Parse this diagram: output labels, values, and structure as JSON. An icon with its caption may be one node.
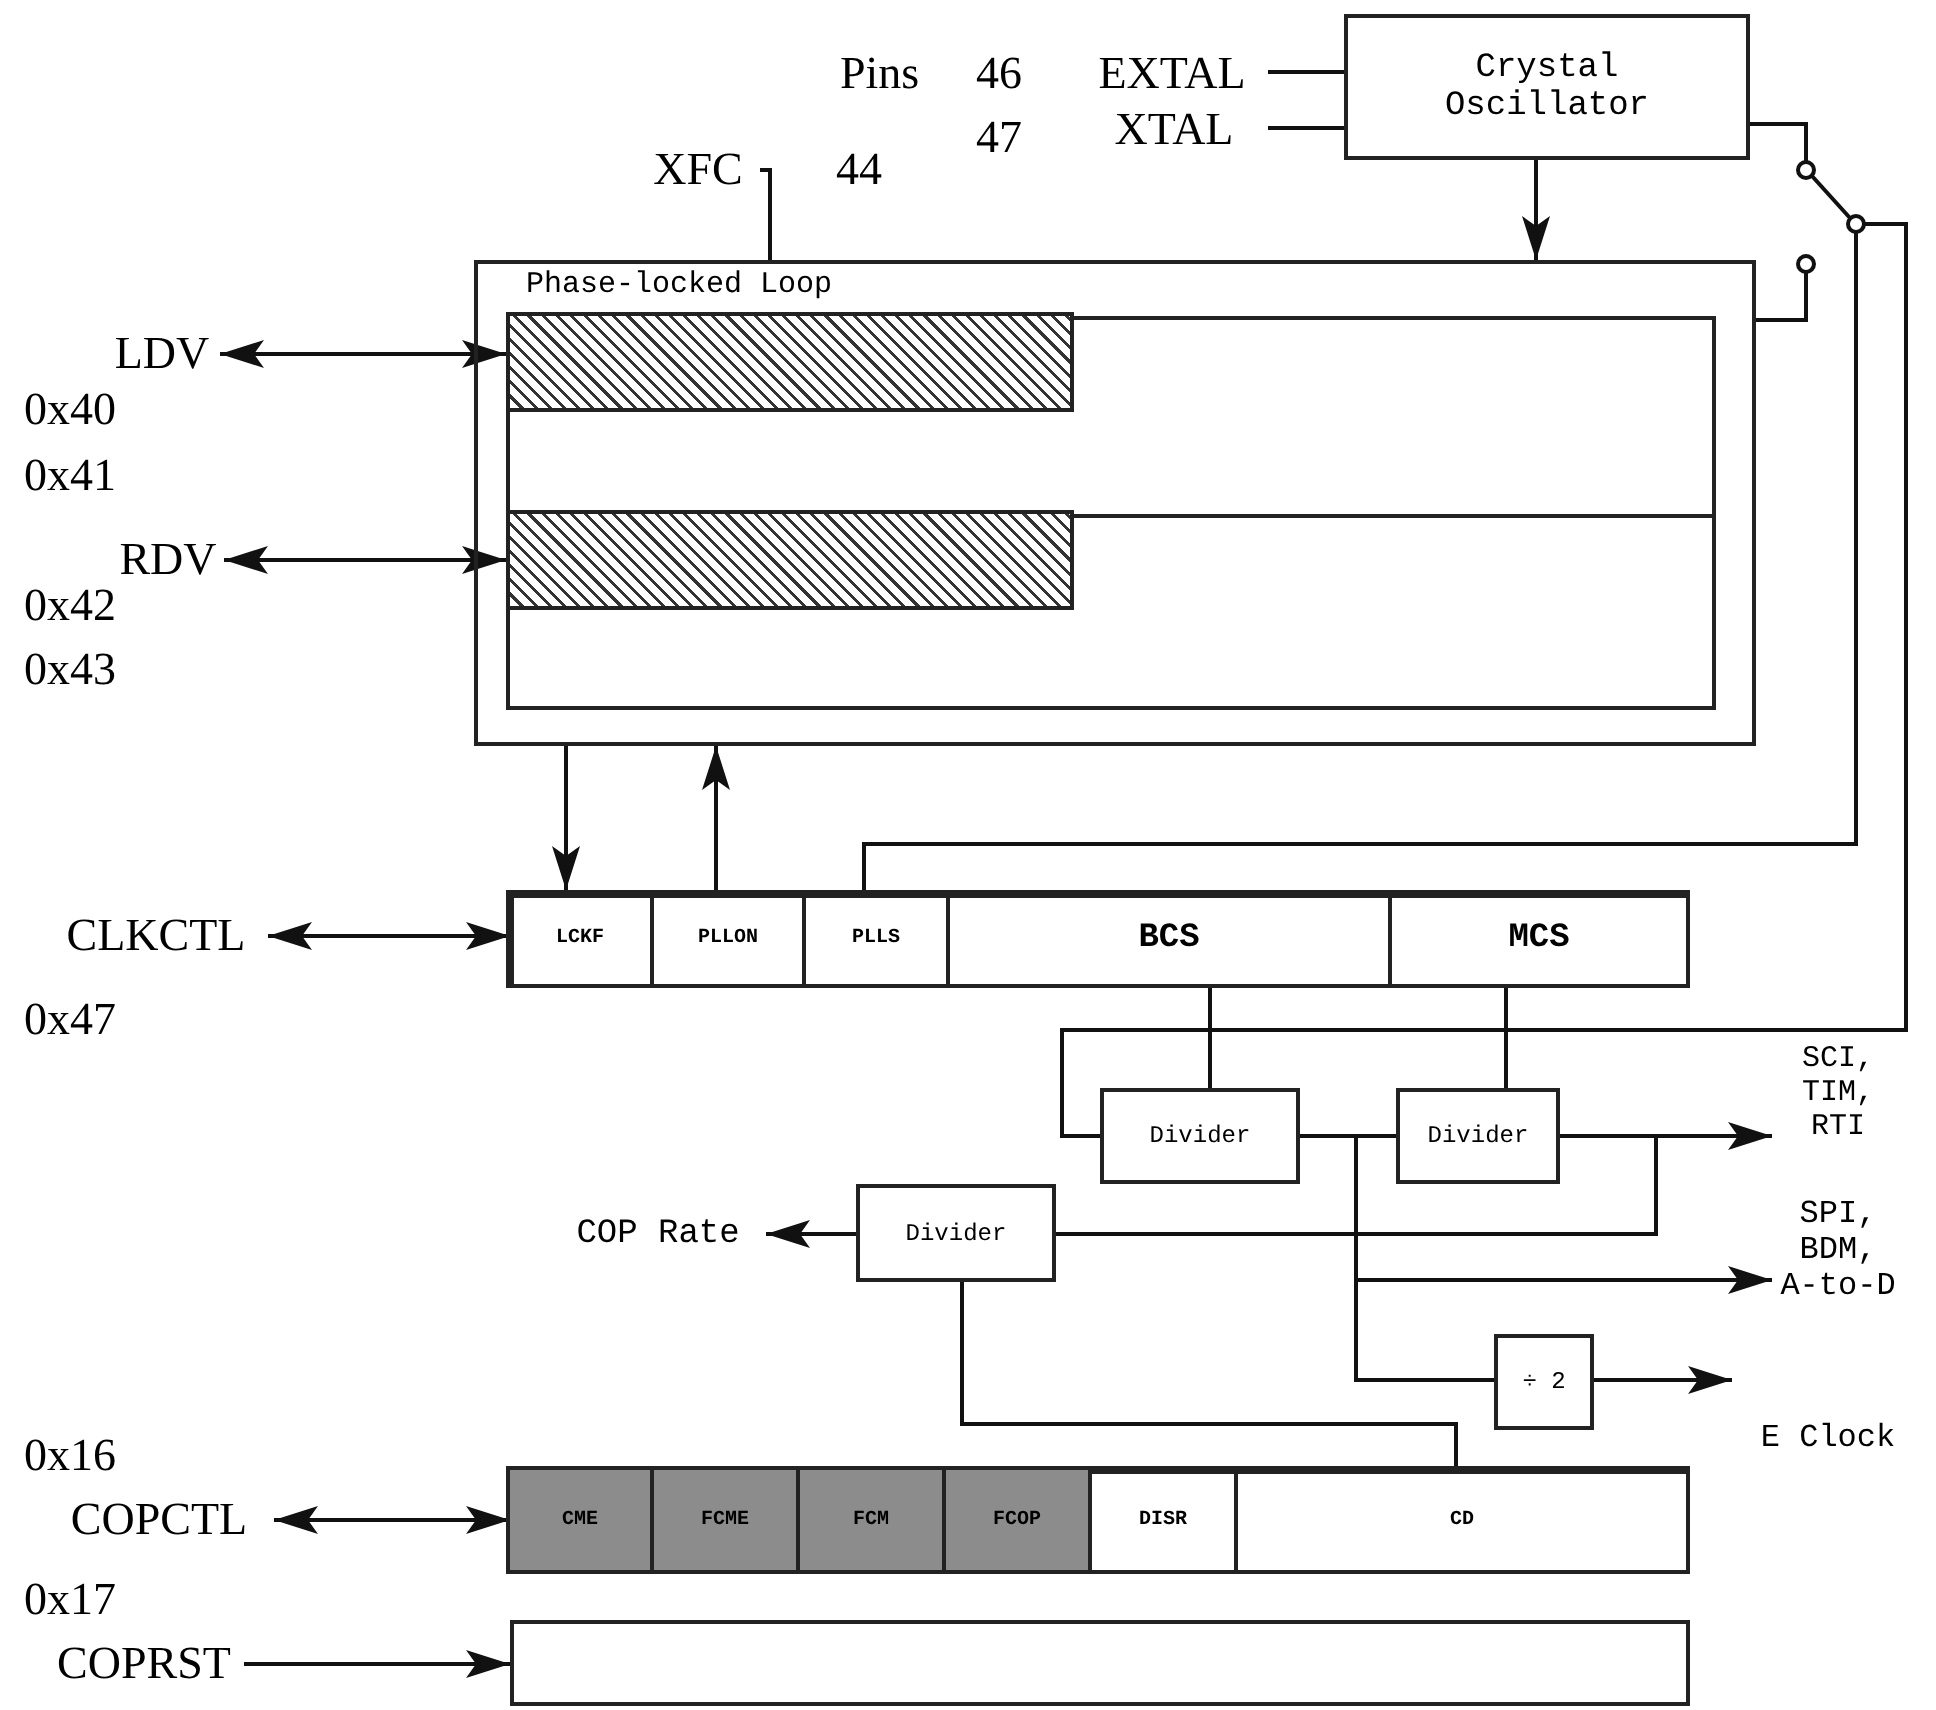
{
  "diagram": {
    "nodes": [
      {
        "text": [
          "EXTAL"
        ]
      },
      {
        "text": [
          "XTAL"
        ]
      },
      {
        "text": [
          "Crystal Oscillator"
        ]
      },
      {
        "text": [
          "XFC"
        ]
      },
      {
        "text": [],
        "shape": "switch"
      },
      {
        "text": [
          "Phase-locked Loop"
        ]
      },
      {
        "text": [],
        "shape": "box",
        "in": 5
      },
      {
        "text": [],
        "shape": "box",
        "in": 5
      },
      {
        "text": [
          "LDV"
        ]
      },
      {
        "text": [
          "RDV"
        ]
      },
      {
        "text": [
          "CLKCTL"
        ]
      },
      {
        "text": [],
        "shape": "box"
      },
      {
        "text": [
          "LCKF"
        ],
        "in": 11
      },
      {
        "text": [
          "PLLON"
        ],
        "in": 11
      },
      {
        "text": [
          "PLLS"
        ],
        "in": 11
      },
      {
        "text": [
          "BCS"
        ],
        "in": 11
      },
      {
        "text": [
          "MCS"
        ],
        "in": 11
      },
      {
        "text": [
          "SCI, TIM, RTI"
        ]
      },
      {
        "text": [
          "Divider"
        ]
      },
      {
        "text": [
          "Divider"
        ]
      },
      {
        "text": [
          "COP Rate"
        ]
      },
      {
        "text": [
          "Divider"
        ]
      },
      {
        "text": [
          "SPI, BDM, A-to-D"
        ]
      },
      {
        "text": [
          "÷ 2"
        ]
      },
      {
        "text": [
          "E Clock"
        ]
      },
      {
        "text": [
          "COPCTL"
        ]
      },
      {
        "text": [],
        "shape": "box"
      },
      {
        "text": [
          "CME"
        ],
        "in": 26
      },
      {
        "text": [
          "FCME"
        ],
        "in": 26
      },
      {
        "text": [
          "FCM"
        ],
        "in": 26
      },
      {
        "text": [
          "FCOP"
        ],
        "in": 26
      },
      {
        "text": [
          "DISR"
        ],
        "in": 26
      },
      {
        "text": [
          "CD"
        ],
        "in": 26
      },
      {
        "text": [
          "COPRST"
        ]
      },
      {
        "text": [],
        "shape": "box"
      },
      {
        "text": [],
        "shape": "bar",
        "in": 6
      },
      {
        "text": [],
        "shape": "bar",
        "in": 7
      }
    ],
    "edges": [
      {
        "from": 0,
        "to": 2,
        "arrow": "none"
      },
      {
        "from": 1,
        "to": 2,
        "arrow": "none"
      },
      {
        "from": 3,
        "to": 5,
        "arrow": "none"
      },
      {
        "from": 2,
        "to": 5,
        "arrow": "to"
      },
      {
        "from": 2,
        "to": 4,
        "arrow": "none"
      },
      {
        "from": 5,
        "to": 4,
        "arrow": "none"
      },
      {
        "from": 4,
        "to": 18,
        "arrow": "none"
      },
      {
        "from": 14,
        "to": 4,
        "arrow": "none"
      },
      {
        "from": 8,
        "to": 6,
        "arrow": "both"
      },
      {
        "from": 9,
        "to": 7,
        "arrow": "both"
      },
      {
        "from": 5,
        "to": 12,
        "arrow": "to"
      },
      {
        "from": 13,
        "to": 5,
        "arrow": "to"
      },
      {
        "from": 10,
        "to": 11,
        "arrow": "both"
      },
      {
        "from": 15,
        "to": 18,
        "arrow": "none"
      },
      {
        "from": 16,
        "to": 19,
        "arrow": "none"
      },
      {
        "from": 18,
        "to": 19,
        "arrow": "none"
      },
      {
        "from": 19,
        "to": 17,
        "arrow": "to"
      },
      {
        "from": 19,
        "to": 21,
        "arrow": "none"
      },
      {
        "from": 21,
        "to": 20,
        "arrow": "to"
      },
      {
        "from": 18,
        "to": 22,
        "arrow": "to"
      },
      {
        "from": 18,
        "to": 23,
        "arrow": "none"
      },
      {
        "from": 23,
        "to": 24,
        "arrow": "to"
      },
      {
        "from": 32,
        "to": 21,
        "arrow": "none"
      },
      {
        "from": 25,
        "to": 26,
        "arrow": "both"
      },
      {
        "from": 33,
        "to": 34,
        "arrow": "to"
      }
    ],
    "labels": [
      "Pins",
      "46",
      "47",
      "44",
      "0x40",
      "0x41",
      "0x42",
      "0x43",
      "0x47",
      "0x16",
      "0x17"
    ]
  }
}
